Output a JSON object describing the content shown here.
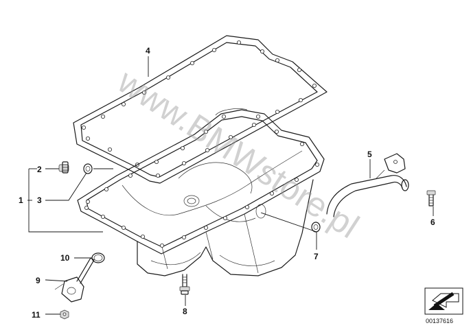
{
  "watermark": "www.BMWstore.pl",
  "reference_number": "00137616",
  "callouts": [
    {
      "label": "1"
    },
    {
      "label": "2"
    },
    {
      "label": "3"
    },
    {
      "label": "4"
    },
    {
      "label": "5"
    },
    {
      "label": "6"
    },
    {
      "label": "7"
    },
    {
      "label": "8"
    },
    {
      "label": "9"
    },
    {
      "label": "10"
    },
    {
      "label": "11"
    }
  ],
  "icons": {
    "direction": "arrow-icon"
  },
  "colors": {
    "line": "#111111",
    "watermark": "#9a9a9a",
    "background": "#ffffff"
  }
}
